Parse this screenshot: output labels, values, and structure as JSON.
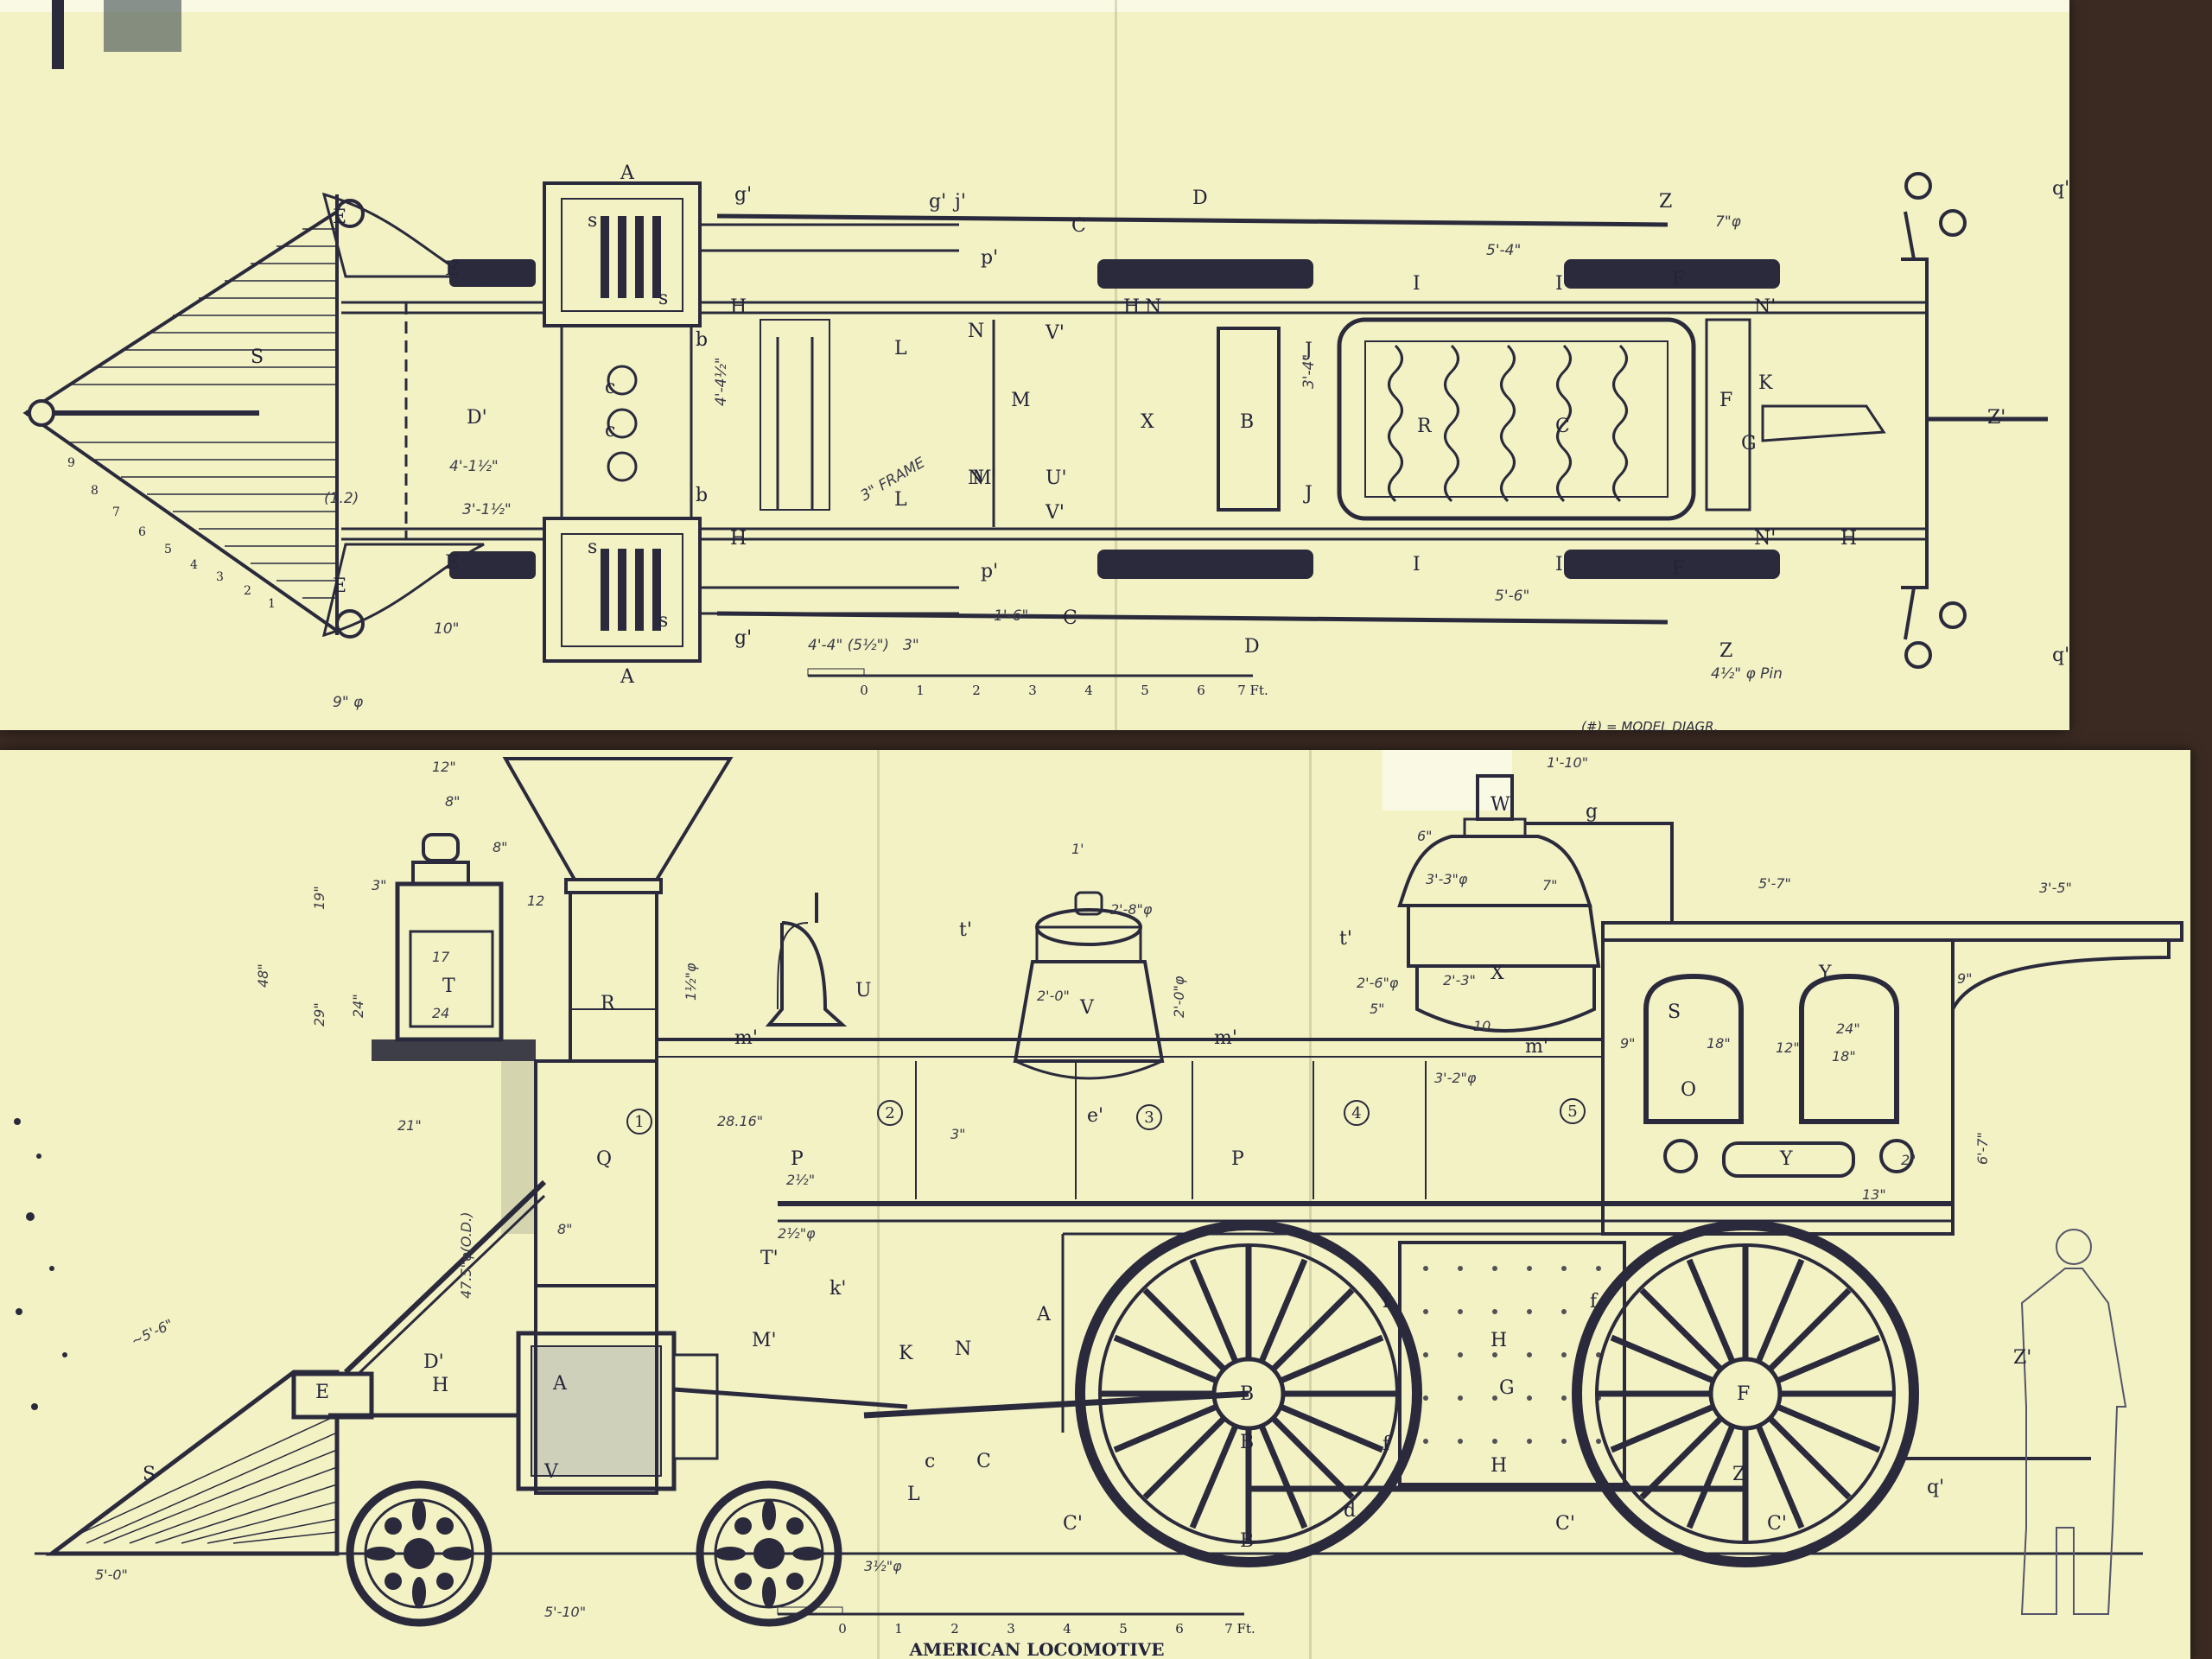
{
  "top_plan": {
    "part_labels": [
      "A",
      "A",
      "S",
      "E",
      "E",
      "E",
      "E",
      "D'",
      "B",
      "C",
      "D",
      "D",
      "Z",
      "Z",
      "Z'",
      "K",
      "F",
      "F",
      "F",
      "I",
      "I",
      "I",
      "I",
      "N",
      "N",
      "N",
      "N'",
      "N'",
      "H",
      "H",
      "H",
      "H",
      "J",
      "J",
      "L",
      "L",
      "M",
      "M'",
      "X",
      "R",
      "G",
      "C",
      "C",
      "g'",
      "g'",
      "g'",
      "j'",
      "p'",
      "p'",
      "V'",
      "V'",
      "U'",
      "c",
      "c",
      "b",
      "b",
      "q'",
      "q'",
      "q'",
      "q'",
      "s",
      "s",
      "s",
      "s"
    ],
    "dimensions": {
      "d1": "4'-1½\"",
      "d2": "4'-4½\"",
      "d3": "3'-1½\"",
      "d4": "3'-4\"",
      "d5": "5'-6\"",
      "d6": "1'-6\"",
      "d7": "4'-4\" (5½\")",
      "d8": "3\"",
      "d9": "10\"",
      "d10": "9\" φ",
      "d11": "5'-4\"",
      "d12": "7\"φ",
      "d13": "4½\" φ Pin",
      "d14": "(1.2)",
      "d15": "3\" FRAME"
    },
    "scale": {
      "ticks": [
        "0",
        "1",
        "2",
        "3",
        "4",
        "5",
        "6",
        "7 Ft."
      ]
    },
    "pilot_numbers": [
      "9",
      "8",
      "7",
      "6",
      "5",
      "4",
      "3",
      "2",
      "1"
    ]
  },
  "note": "(#) = MODEL DIAGR.",
  "side_elevation": {
    "part_labels": [
      "W",
      "g",
      "T",
      "R",
      "Q",
      "U",
      "V",
      "X",
      "Y",
      "Y",
      "S",
      "O",
      "P",
      "P",
      "A",
      "E",
      "S",
      "B",
      "B",
      "B",
      "F",
      "G",
      "H",
      "H",
      "H",
      "K",
      "N",
      "D'",
      "M'",
      "T'",
      "t'",
      "t'",
      "m'",
      "m'",
      "m'",
      "e'",
      "k'",
      "C",
      "C'",
      "C'",
      "C'",
      "Z",
      "Z'",
      "L",
      "V",
      "q'",
      "d",
      "A",
      "c",
      "f",
      "f",
      "f"
    ],
    "dimensions": {
      "h1": "12\"",
      "h2": "8\"",
      "h3": "8\"",
      "h4": "12",
      "h5": "3\"",
      "h6": "19\"",
      "h7": "48\"",
      "h8": "29\"",
      "h9": "24\"",
      "h10": "17",
      "h11": "24",
      "h12": "21\"",
      "h13": "1½\"φ",
      "h14": "28.16\"",
      "h15": "2½\"",
      "h16": "2½\"φ",
      "h17": "8\"",
      "h18": "47.5\"φ(O.D.)",
      "h19": "~5'-6\"",
      "h20": "5'-0\"",
      "h21": "5'-10\"",
      "h22": "3½\"φ",
      "h23": "2'-8\"φ",
      "h24": "2'-0\"",
      "h25": "2'-0\"φ",
      "h26": "1'",
      "h27": "3\"",
      "h28": "2'-6\"φ",
      "h29": "2'-3\"",
      "h30": "3'-3\"φ",
      "h31": "7\"",
      "h32": "10",
      "h33": "5\"",
      "h34": "3'-2\"φ",
      "h35": "1'-10\"",
      "h36": "6\"",
      "h37": "5'-7\"",
      "h38": "3'-5\"",
      "h39": "9\"",
      "h40": "18\"",
      "h41": "12\"",
      "h42": "18\"",
      "h43": "24\"",
      "h44": "6'-7\"",
      "h45": "9\"",
      "h46": "13\"",
      "h47": "2\""
    },
    "section_numbers": [
      "1",
      "2",
      "3",
      "4",
      "5"
    ],
    "scale": {
      "ticks": [
        "0",
        "1",
        "2",
        "3",
        "4",
        "5",
        "6",
        "7 Ft."
      ]
    },
    "caption": "AMERICAN LOCOMOTIVE"
  },
  "colors": {
    "paper": "#f3f2c4",
    "ink": "#2a2a3c",
    "table": "#3a2a22"
  }
}
